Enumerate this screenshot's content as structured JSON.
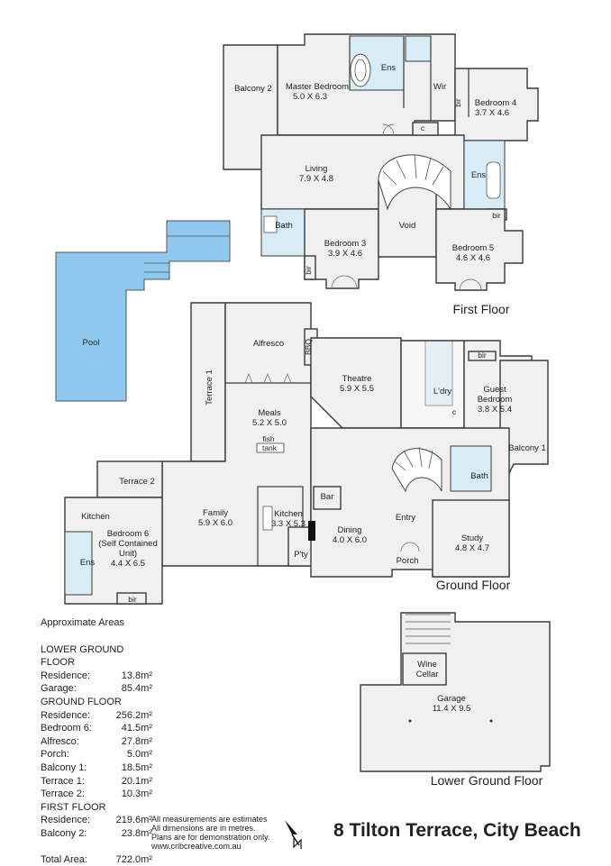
{
  "rooms": {
    "first_floor": {
      "balcony2": "Balcony 2",
      "master_name": "Master Bedroom",
      "master_dim": "5.0 X 6.3",
      "ens": "Ens",
      "wir": "Wir",
      "bir": "bir",
      "c": "c",
      "bed4_name": "Bedroom 4",
      "bed4_dim": "3.7 X 4.6",
      "living_name": "Living",
      "living_dim": "7.9 X 4.8",
      "bath": "Bath",
      "bed3_name": "Bedroom 3",
      "bed3_dim": "3.9 X 4.6",
      "void": "Void",
      "bed5_name": "Bedroom 5",
      "bed5_dim": "4.6 X 4.6",
      "floor_label": "First Floor"
    },
    "ground_floor": {
      "pool": "Pool",
      "alfresco": "Alfresco",
      "bbq": "BBQ",
      "terrace1": "Terrace 1",
      "meals_name": "Meals",
      "meals_dim": "5.2 X 5.0",
      "fish": "fish",
      "tank": "tank",
      "theatre_name": "Theatre",
      "theatre_dim": "5.9 X 5.5",
      "ldry": "L'dry",
      "guest_name": "Guest",
      "guest_name2": "Bedroom",
      "guest_dim": "3.8 X 5.4",
      "bir": "bir",
      "c": "c",
      "balcony1": "Balcony 1",
      "terrace2": "Terrace 2",
      "kitchen_small": "Kitchen",
      "bed6_name": "Bedroom 6",
      "bed6_sub1": "(Self Contained",
      "bed6_sub2": "Unit)",
      "bed6_dim": "4.4 X 6.5",
      "ens": "Ens",
      "family_name": "Family",
      "family_dim": "5.9 X 6.0",
      "kitchen_name": "Kitchen",
      "kitchen_dim": "3.3 X 5.3",
      "bar": "Bar",
      "pty": "P'ty",
      "dining_name": "Dining",
      "dining_dim": "4.0 X 6.0",
      "entry": "Entry",
      "bath": "Bath",
      "study_name": "Study",
      "study_dim": "4.8 X 4.7",
      "porch": "Porch",
      "floor_label": "Ground Floor"
    },
    "lower_ground": {
      "wine1": "Wine",
      "wine2": "Cellar",
      "garage_name": "Garage",
      "garage_dim": "11.4 X 9.5",
      "floor_label": "Lower Ground Floor"
    }
  },
  "areas": {
    "title": "Approximate Areas",
    "lower_ground_heading1": "LOWER GROUND",
    "lower_ground_heading2": "FLOOR",
    "lower_ground": [
      {
        "label": "Residence:",
        "value": "13.8m²"
      },
      {
        "label": "Garage:",
        "value": "85.4m²"
      }
    ],
    "ground_heading": "GROUND FLOOR",
    "ground": [
      {
        "label": "Residence:",
        "value": "256.2m²"
      },
      {
        "label": "Bedroom 6:",
        "value": "41.5m²"
      },
      {
        "label": "Alfresco:",
        "value": "27.8m²"
      },
      {
        "label": "Porch:",
        "value": "5.0m²"
      },
      {
        "label": "Balcony 1:",
        "value": "18.5m²"
      },
      {
        "label": "Terrace 1:",
        "value": "20.1m²"
      },
      {
        "label": "Terrace 2:",
        "value": "10.3m²"
      }
    ],
    "first_heading": "FIRST FLOOR",
    "first": [
      {
        "label": "Residence:",
        "value": "219.6m²"
      },
      {
        "label": "Balcony 2:",
        "value": "23.8m²"
      }
    ],
    "total_label": "Total Area:",
    "total_value": "722.0m²"
  },
  "disclaimer": {
    "line1": "All measurements are estimates",
    "line2": "All dimensions are in metres.",
    "line3": "Plans are for demonstration only.",
    "line4": "www.cribcreative.com.au"
  },
  "north_icon": "north-arrow-icon",
  "address": "8 Tilton Terrace, City Beach"
}
